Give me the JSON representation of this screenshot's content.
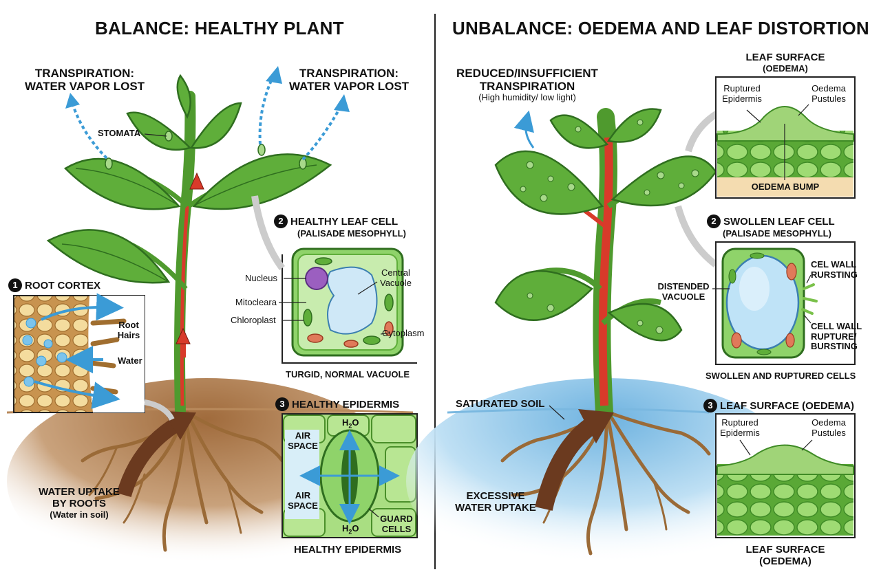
{
  "left": {
    "title": "BALANCE: HEALTHY PLANT",
    "transpiration_left": [
      "TRANSPIRATION:",
      "WATER VAPOR LOST"
    ],
    "transpiration_right": [
      "TRANSPIRATION:",
      "WATER VAPOR LOST"
    ],
    "stomata": "STOMATA",
    "root_cortex": {
      "number": "1",
      "title": "ROOT CORTEX",
      "root_hairs": [
        "Root",
        "Hairs"
      ],
      "water": "Water"
    },
    "leaf_cell": {
      "number": "2",
      "title": "HEALTHY LEAF CELL",
      "subtitle": "(PALISADE MESOPHYLL)",
      "nucleus": "Nucleus",
      "mitochondria": "Mitocleara",
      "chloroplast": "Chloroplast",
      "vacuole": [
        "Central",
        "Vacuole"
      ],
      "cytoplasm": "Cytoplasm",
      "caption": "TURGID, NORMAL VACUOLE"
    },
    "epidermis": {
      "number": "3",
      "title": "HEALTHY EPIDERMIS",
      "air_space_top": [
        "AIR",
        "SPACE"
      ],
      "air_space_bottom": [
        "AIR",
        "SPACE"
      ],
      "h2o": "H",
      "h2o_sub": "2",
      "h2o_o": "O",
      "guard_cells": [
        "GUARD",
        "CELLS"
      ],
      "caption": "HEALTHY EPIDERMIS"
    },
    "water_uptake": [
      "WATER UPTAKE",
      "BY ROOTS"
    ],
    "water_uptake_sub": "(Water in soil)"
  },
  "right": {
    "title": "UNBALANCE: OEDEMA AND LEAF DISTORTION",
    "reduced": [
      "REDUCED/INSUFFICIENT",
      "TRANSPIRATION"
    ],
    "reduced_sub": "(High humidity/ low light)",
    "leaf_surface_top": {
      "title": [
        "LEAF SURFACE",
        "(OEDEMA)"
      ],
      "ruptured": [
        "Ruptured",
        "Epidermis"
      ],
      "pustules": [
        "Oedema",
        "Pustules"
      ],
      "bump": "OEDEMA BUMP"
    },
    "swollen_cell": {
      "number": "2",
      "title": "SWOLLEN LEAF CELL",
      "subtitle": "(PALISADE MESOPHYLL)",
      "distended": [
        "DISTENDED",
        "VACUOLE"
      ],
      "bursting_top": [
        "CEL WALL",
        "RURSTING"
      ],
      "rupture": [
        "CELL WALL",
        "RUPTURE/",
        "BURSTING"
      ],
      "caption": "SWOLLEN AND RUPTURED CELLS"
    },
    "saturated_soil": "SATURATED SOIL",
    "leaf_surface_bottom": {
      "number": "3",
      "title": "LEAF SURFACE (OEDEMA)",
      "ruptured": [
        "Ruptured",
        "Epidermis"
      ],
      "pustules": [
        "Oedema",
        "Pustules"
      ],
      "caption": [
        "LEAF SURFACE",
        "(OEDEMA)"
      ]
    },
    "excessive": [
      "EXCESSIVE",
      "WATER UPTAKE"
    ]
  },
  "colors": {
    "leaf": "#5fae3a",
    "leaf_dark": "#2f6e1f",
    "xylem": "#d83a2a",
    "water": "#3b9bd6",
    "soil": "#a8764a",
    "cell": "#8fd36a",
    "vacuole": "#cfe8f7",
    "root": "#a5723f"
  }
}
